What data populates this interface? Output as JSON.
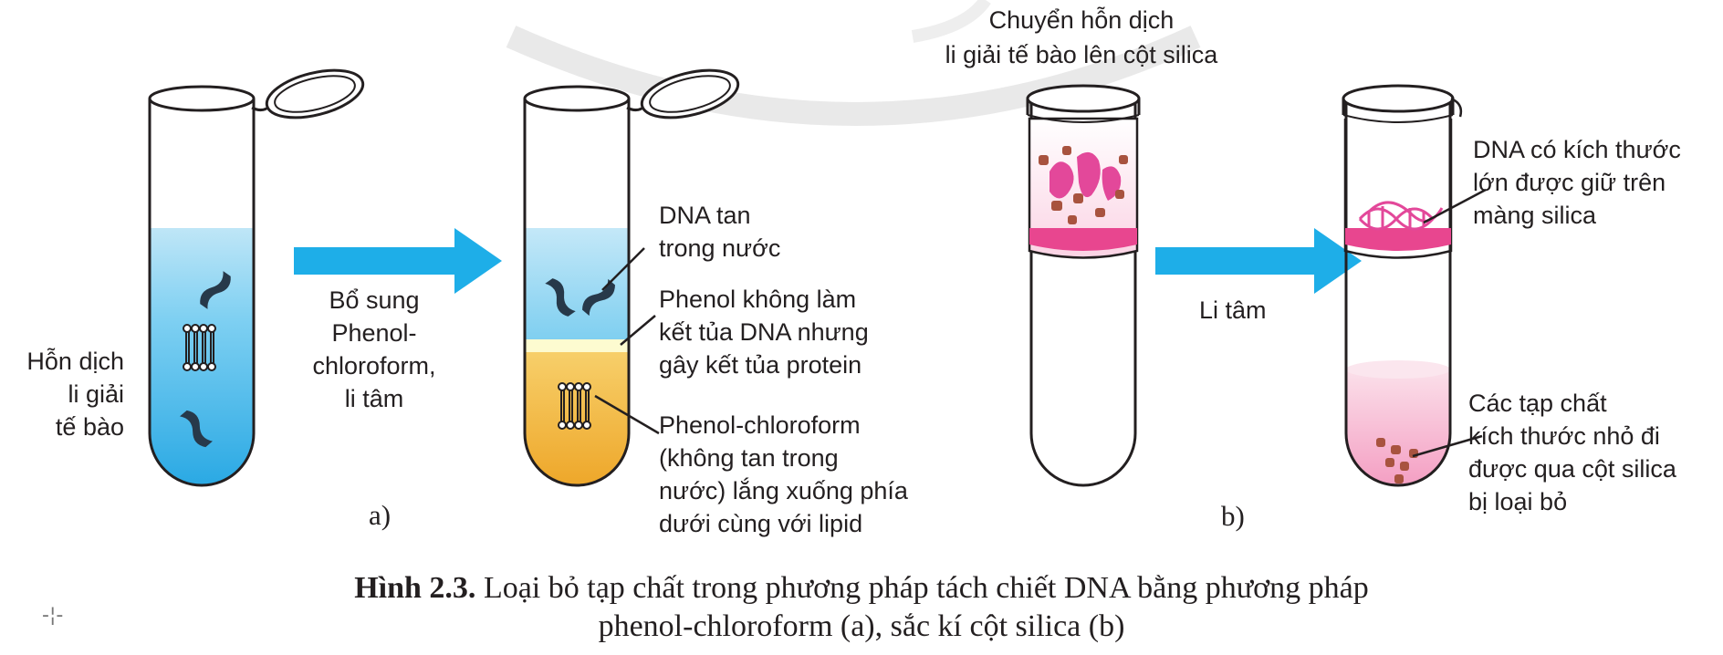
{
  "labels": {
    "lysate": "Hỗn dịch\nli giải\ntế bào",
    "add_phenol": "Bổ sung\nPhenol-\nchloroform,\nli tâm",
    "dna_water": "DNA tan\ntrong nước",
    "phenol_protein": "Phenol không làm\nkết tủa DNA nhưng\ngây kết tủa protein",
    "phenol_chloroform": "Phenol-chloroform\n(không tan trong\nnước) lắng xuống phía\ndưới cùng với lipid",
    "part_a": "a)",
    "transfer": "Chuyển hỗn dịch\nli giải tế bào lên cột silica",
    "centrifuge": "Li tâm",
    "dna_retained": "DNA có kích thước\nlớn được giữ trên\nmàng silica",
    "impurities": "Các tạp chất\nkích thước nhỏ đi\nđược qua cột silica\nbị loại bỏ",
    "part_b": "b)"
  },
  "caption": {
    "bold": "Hình 2.3.",
    "line1": " Loại bỏ tạp chất trong phương pháp tách chiết DNA bằng phương pháp",
    "line2": "phenol-chloroform (a), sắc kí cột silica (b)"
  },
  "registration_mark": "-¦-",
  "colors": {
    "aqueous_blue": "#5cc4ee",
    "arrow_blue": "#1eaee8",
    "organic_orange": "#f3b43e",
    "interphase": "#fdfbd0",
    "silica_pink": "#e8468f",
    "dna_pink": "#e3489a",
    "impurity_brown": "#a8533f",
    "dna_dark": "#27394a"
  }
}
